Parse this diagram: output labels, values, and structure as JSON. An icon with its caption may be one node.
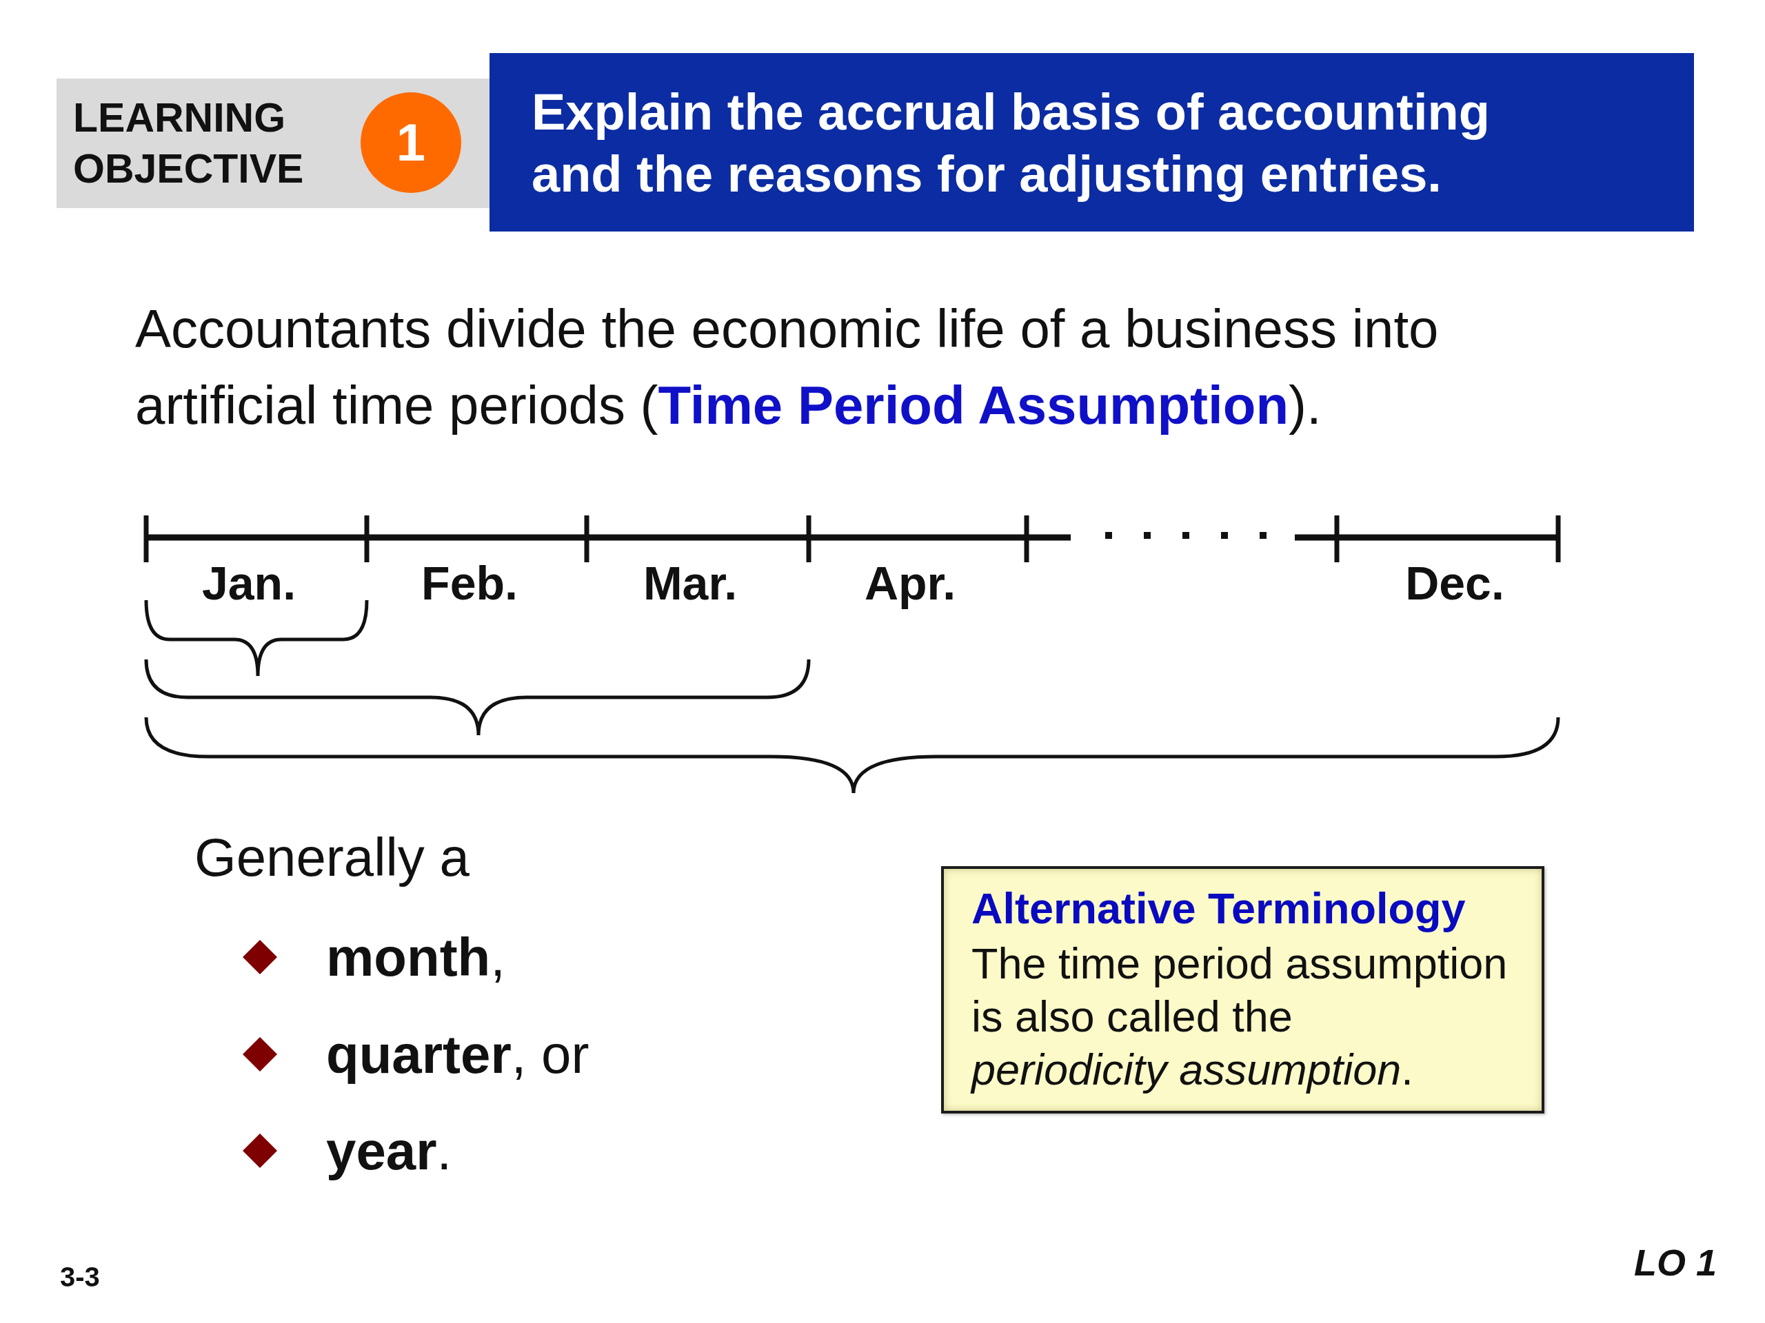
{
  "diagram": {
    "nodes": [
      {
        "text": [
          "LEARNING OBJECTIVE"
        ]
      },
      {
        "text": [
          "1"
        ],
        "in": 0
      },
      {
        "text": [
          "Explain the accrual basis of accounting and the reasons for adjusting entries."
        ]
      },
      {
        "text": [
          "Alternative Terminology",
          "The time period assumption is also called the *periodicity assumption*."
        ]
      }
    ],
    "labels": [
      "Accountants divide the economic life of a business into artificial time periods (**Time Period Assumption**).",
      "Jan.",
      "Feb.",
      "Mar.",
      "Apr.",
      "Dec.",
      "Generally a",
      "**month**,",
      "**quarter**, or",
      "**year**.",
      "3-3",
      "LO 1"
    ]
  }
}
